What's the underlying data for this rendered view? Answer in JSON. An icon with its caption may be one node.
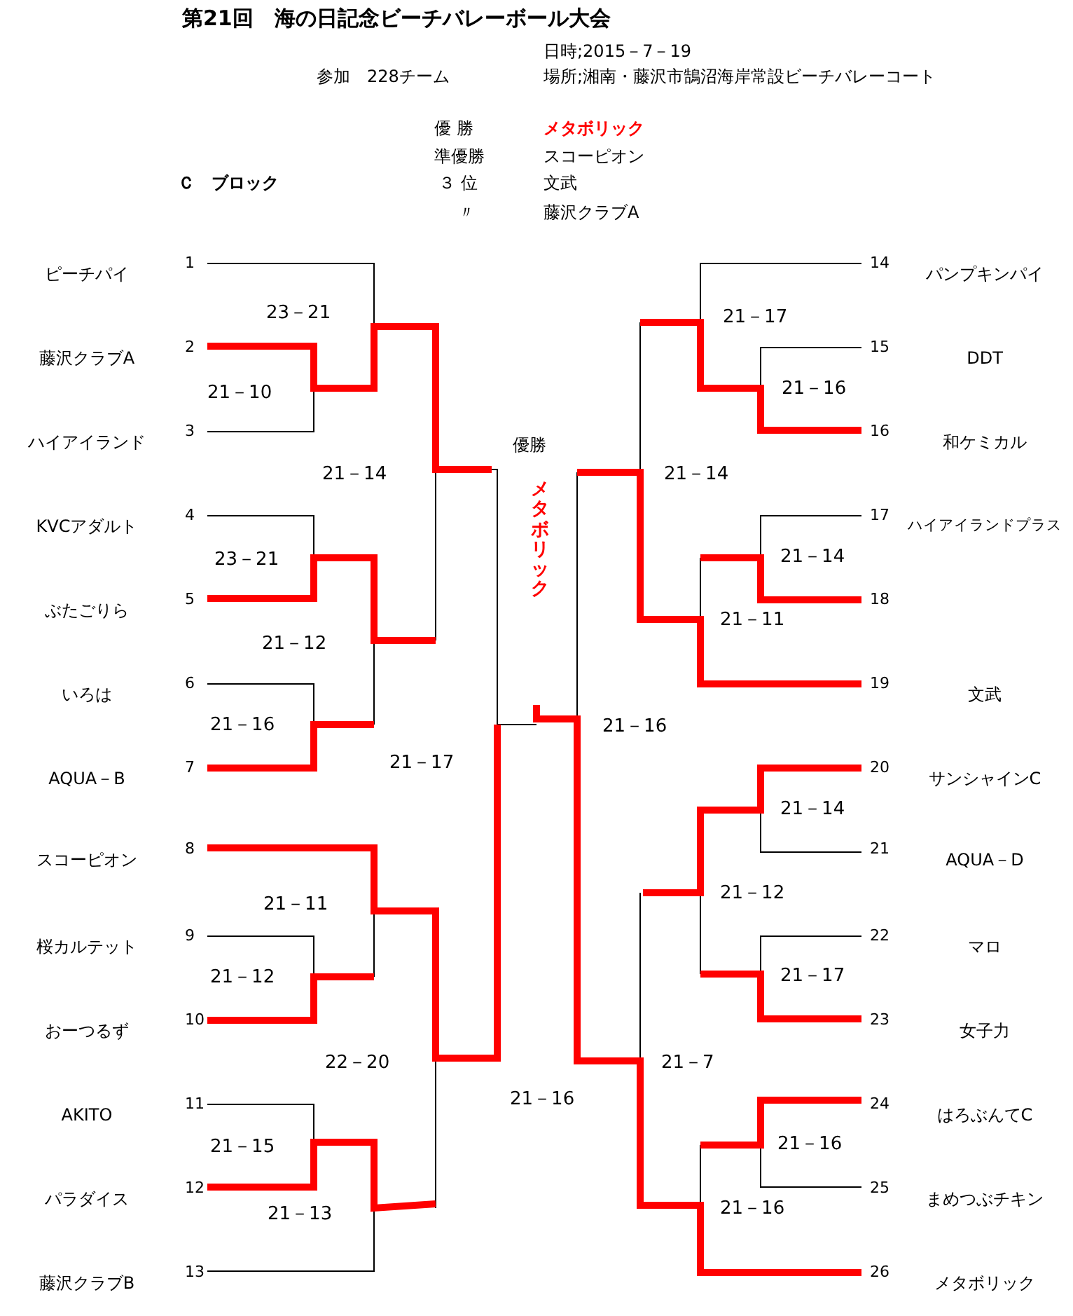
{
  "diagram": {
    "title": "第21回　海の日記念ビーチバレーボール大会",
    "labels": [
      "日時;2015－7－19",
      "参加　228チーム",
      "場所;湘南・藤沢市鵠沼海岸常設ビーチバレーコート",
      "優 勝",
      "メタボリック",
      "準優勝",
      "スコーピオン",
      "Ｃ　ブロック",
      "３ 位",
      "文武",
      "〃",
      "藤沢クラブA",
      "ピーチパイ",
      "1",
      "藤沢クラブA",
      "2",
      "ハイアイランド",
      "3",
      "KVCアダルト",
      "4",
      "ぶたごりら",
      "5",
      "いろは",
      "6",
      "AQUA－B",
      "7",
      "スコーピオン",
      "8",
      "桜カルテット",
      "9",
      "おーつるず",
      "10",
      "AKITO",
      "11",
      "パラダイス",
      "12",
      "藤沢クラブB",
      "13",
      "14",
      "パンプキンパイ",
      "15",
      "DDT",
      "16",
      "和ケミカル",
      "17",
      "ハイアイランドプラス",
      "18",
      "19",
      "文武",
      "20",
      "サンシャインC",
      "21",
      "AQUA－D",
      "22",
      "マロ",
      "23",
      "女子力",
      "24",
      "はろぶんてC",
      "25",
      "まめつぶチキン",
      "26",
      "メタボリック",
      "23－21",
      "21－10",
      "21－14",
      "23－21",
      "21－12",
      "21－16",
      "21－17",
      "21－11",
      "21－12",
      "22－20",
      "21－15",
      "21－13",
      "21－16",
      "21－17",
      "21－16",
      "21－14",
      "21－14",
      "21－11",
      "21－16",
      "21－14",
      "21－12",
      "21－17",
      "21－7",
      "21－16",
      "21－16",
      "優勝",
      "メタボリック"
    ]
  }
}
